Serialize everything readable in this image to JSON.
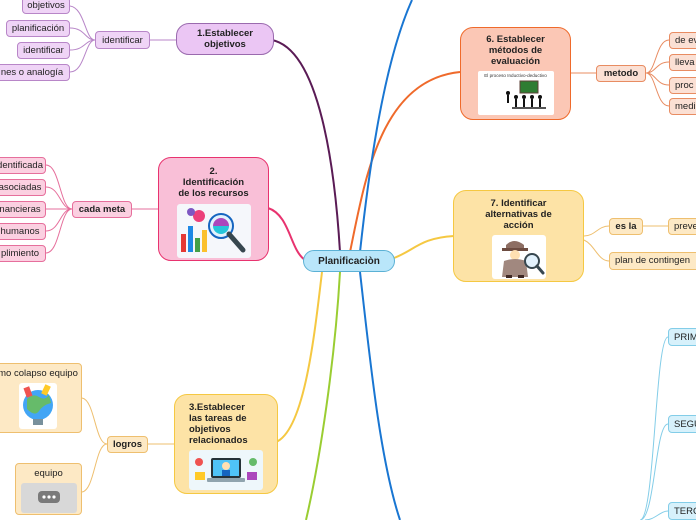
{
  "center": {
    "label": "Planificaciòn"
  },
  "colors": {
    "purple": "#5a1b55",
    "pink": "#e8336f",
    "orange": "#ef6a2b",
    "yellow": "#f5c842",
    "blue": "#1976d2",
    "green": "#9acd32"
  },
  "objetivos": {
    "title_num": "1.Establecer",
    "title_rest": "objetivos",
    "connector": "identificar",
    "leaves": [
      "objetivos",
      "planificación",
      "identificar",
      "nes o analogía"
    ]
  },
  "recursos": {
    "title_num": "2.",
    "title_line2": "Identificación",
    "title_line3": "de los recursos",
    "connector": "cada meta",
    "leaves": [
      "dentificada",
      "asociadas",
      "nancieras",
      "humanos",
      "plimiento"
    ]
  },
  "tareas": {
    "title_lines": [
      "3.Establecer",
      "las tareas de",
      "objetivos",
      "relacionados"
    ],
    "connector": "logros",
    "leaf1": "mo colapso equipo",
    "leaf2": "equipo"
  },
  "metodos": {
    "title_lines": [
      "6.   Establecer",
      "métodos de",
      "evaluación"
    ],
    "image_caption": "El proceso Inductivo-deductivo",
    "connector": "metodo",
    "leaves": [
      "de ev",
      "lleva",
      "proc",
      "medi"
    ]
  },
  "alternativas": {
    "title_lines": [
      "7.   Identificar",
      "alternativas de",
      "acción"
    ],
    "connector": "es la",
    "leaf_right": "preve",
    "leaf_plan": "plan de contingen"
  },
  "right_list": [
    "PRIM",
    "SEGU",
    "TERC"
  ]
}
